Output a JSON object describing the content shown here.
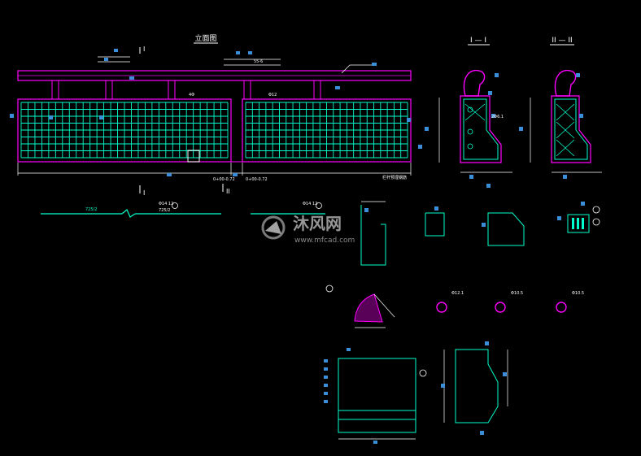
{
  "drawing": {
    "elevation_title": "立面图",
    "section_1_title": "I — I",
    "section_2_title": "II — II",
    "marker_1": "I",
    "marker_2": "II",
    "rebar_label_left": "Φ14 12",
    "rebar_label_left_sub": "725/2",
    "rebar_label_right": "Φ14 12",
    "note_bottom": "栏杆预埋钢筋",
    "colors": {
      "background": "#000000",
      "frame": "#ff00ff",
      "rebar": "#00ffcc",
      "dimension": "#ffffff",
      "accent": "#3a8fd8",
      "hatch": "#ff00ff",
      "callout": "#ffffff"
    },
    "icons": [
      "dimension-arrow-icon",
      "callout-circle-icon",
      "section-marker-icon"
    ]
  },
  "watermark": {
    "brand_cn": "沐风网",
    "brand_url": "www.mfcad.com"
  }
}
